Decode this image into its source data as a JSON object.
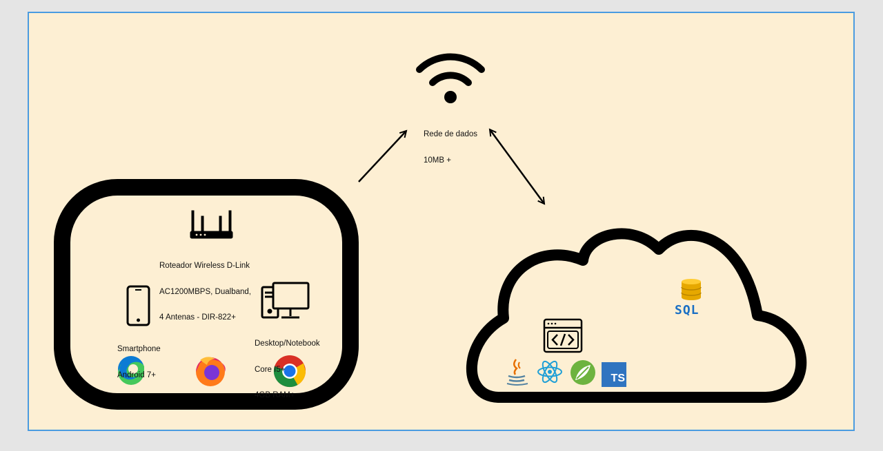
{
  "network": {
    "icon": "wifi-icon",
    "line1": "Rede de dados",
    "line2": "10MB +"
  },
  "router": {
    "icon": "router-icon",
    "line1": "Roteador Wireless D-Link",
    "line2": "AC1200MBPS, Dualband,",
    "line3": "4 Antenas - DIR-822+"
  },
  "smartphone": {
    "icon": "smartphone-icon",
    "line1": "Smartphone",
    "line2": "Android 7+"
  },
  "desktop": {
    "icon": "desktop-computer-icon",
    "line1": "Desktop/Notebook",
    "line2": "Core I5+",
    "line3": "4GB RAM+"
  },
  "browsers": [
    "edge-icon",
    "firefox-icon",
    "chrome-icon"
  ],
  "cloud": {
    "database": {
      "icon": "sql-database-icon",
      "label": "SQL"
    },
    "code_icon": "code-window-icon",
    "technologies": [
      "java-icon",
      "react-icon",
      "spring-icon",
      "typescript-icon"
    ],
    "ts_label": "TS"
  },
  "colors": {
    "canvas": "#fdefd3",
    "frame": "#4a9be0",
    "outline": "#000000",
    "sql_blue": "#1a6fc4"
  }
}
